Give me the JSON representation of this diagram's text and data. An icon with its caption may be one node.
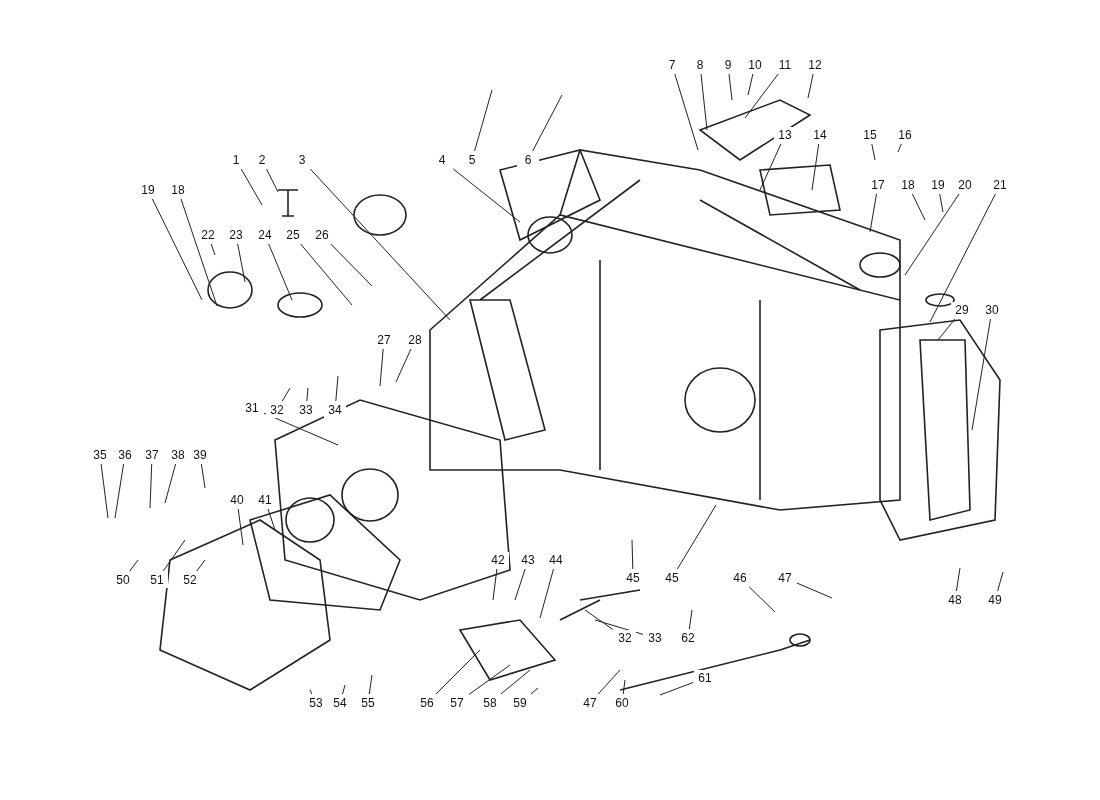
{
  "diagram": {
    "nodes": [
      {
        "text": [
          "7"
        ]
      },
      {
        "text": [
          "8"
        ]
      },
      {
        "text": [
          "9"
        ]
      },
      {
        "text": [
          "10"
        ]
      },
      {
        "text": [
          "11"
        ]
      },
      {
        "text": [
          "12"
        ]
      },
      {
        "text": [
          "13"
        ]
      },
      {
        "text": [
          "14"
        ]
      },
      {
        "text": [
          "15"
        ]
      },
      {
        "text": [
          "16"
        ]
      },
      {
        "text": [
          "1"
        ]
      },
      {
        "text": [
          "2"
        ]
      },
      {
        "text": [
          "3"
        ]
      },
      {
        "text": [
          "4"
        ]
      },
      {
        "text": [
          "5"
        ]
      },
      {
        "text": [
          "6"
        ]
      },
      {
        "text": [
          "17"
        ]
      },
      {
        "text": [
          "18"
        ]
      },
      {
        "text": [
          "19"
        ]
      },
      {
        "text": [
          "20"
        ]
      },
      {
        "text": [
          "21"
        ]
      },
      {
        "text": [
          "19"
        ]
      },
      {
        "text": [
          "18"
        ]
      },
      {
        "text": [
          "22"
        ]
      },
      {
        "text": [
          "23"
        ]
      },
      {
        "text": [
          "24"
        ]
      },
      {
        "text": [
          "25"
        ]
      },
      {
        "text": [
          "26"
        ]
      },
      {
        "text": [
          "29"
        ]
      },
      {
        "text": [
          "30"
        ]
      },
      {
        "text": [
          "27"
        ]
      },
      {
        "text": [
          "28"
        ]
      },
      {
        "text": [
          "31"
        ]
      },
      {
        "text": [
          "32"
        ]
      },
      {
        "text": [
          "33"
        ]
      },
      {
        "text": [
          "34"
        ]
      },
      {
        "text": [
          "35"
        ]
      },
      {
        "text": [
          "36"
        ]
      },
      {
        "text": [
          "37"
        ]
      },
      {
        "text": [
          "38"
        ]
      },
      {
        "text": [
          "39"
        ]
      },
      {
        "text": [
          "40"
        ]
      },
      {
        "text": [
          "41"
        ]
      },
      {
        "text": [
          "42"
        ]
      },
      {
        "text": [
          "43"
        ]
      },
      {
        "text": [
          "44"
        ]
      },
      {
        "text": [
          "45"
        ]
      },
      {
        "text": [
          "45"
        ]
      },
      {
        "text": [
          "46"
        ]
      },
      {
        "text": [
          "47"
        ]
      },
      {
        "text": [
          "50"
        ]
      },
      {
        "text": [
          "51"
        ]
      },
      {
        "text": [
          "52"
        ]
      },
      {
        "text": [
          "48"
        ]
      },
      {
        "text": [
          "49"
        ]
      },
      {
        "text": [
          "32"
        ]
      },
      {
        "text": [
          "33"
        ]
      },
      {
        "text": [
          "62"
        ]
      },
      {
        "text": [
          "61"
        ]
      },
      {
        "text": [
          "53"
        ]
      },
      {
        "text": [
          "54"
        ]
      },
      {
        "text": [
          "55"
        ]
      },
      {
        "text": [
          "56"
        ]
      },
      {
        "text": [
          "57"
        ]
      },
      {
        "text": [
          "58"
        ]
      },
      {
        "text": [
          "59"
        ]
      },
      {
        "text": [
          "47"
        ]
      },
      {
        "text": [
          "60"
        ]
      }
    ],
    "edges": [
      {
        "from": 0,
        "to": null,
        "arrow": "none"
      },
      {
        "from": 1,
        "to": null,
        "arrow": "none"
      },
      {
        "from": 2,
        "to": null,
        "arrow": "none"
      },
      {
        "from": 3,
        "to": null,
        "arrow": "none"
      },
      {
        "from": 4,
        "to": null,
        "arrow": "none"
      },
      {
        "from": 5,
        "to": null,
        "arrow": "none"
      },
      {
        "from": 6,
        "to": null,
        "arrow": "none"
      },
      {
        "from": 7,
        "to": null,
        "arrow": "none"
      },
      {
        "from": 8,
        "to": null,
        "arrow": "none"
      },
      {
        "from": 9,
        "to": null,
        "arrow": "none"
      },
      {
        "from": 10,
        "to": null,
        "arrow": "none"
      },
      {
        "from": 11,
        "to": null,
        "arrow": "none"
      },
      {
        "from": 12,
        "to": null,
        "arrow": "none"
      },
      {
        "from": 13,
        "to": null,
        "arrow": "none"
      },
      {
        "from": 14,
        "to": null,
        "arrow": "none"
      },
      {
        "from": 15,
        "to": null,
        "arrow": "none"
      },
      {
        "from": 16,
        "to": null,
        "arrow": "none"
      },
      {
        "from": 17,
        "to": null,
        "arrow": "none"
      },
      {
        "from": 18,
        "to": null,
        "arrow": "none"
      },
      {
        "from": 19,
        "to": null,
        "arrow": "none"
      },
      {
        "from": 20,
        "to": null,
        "arrow": "none"
      },
      {
        "from": 21,
        "to": null,
        "arrow": "none"
      },
      {
        "from": 22,
        "to": null,
        "arrow": "none"
      },
      {
        "from": 23,
        "to": null,
        "arrow": "none"
      },
      {
        "from": 24,
        "to": null,
        "arrow": "none"
      },
      {
        "from": 25,
        "to": null,
        "arrow": "none"
      },
      {
        "from": 26,
        "to": null,
        "arrow": "none"
      },
      {
        "from": 27,
        "to": null,
        "arrow": "none"
      },
      {
        "from": 28,
        "to": null,
        "arrow": "none"
      },
      {
        "from": 29,
        "to": null,
        "arrow": "none"
      },
      {
        "from": 30,
        "to": null,
        "arrow": "none"
      },
      {
        "from": 31,
        "to": null,
        "arrow": "none"
      },
      {
        "from": 32,
        "to": null,
        "arrow": "none"
      },
      {
        "from": 33,
        "to": null,
        "arrow": "none"
      },
      {
        "from": 34,
        "to": null,
        "arrow": "none"
      },
      {
        "from": 35,
        "to": null,
        "arrow": "none"
      },
      {
        "from": 36,
        "to": null,
        "arrow": "none"
      },
      {
        "from": 37,
        "to": null,
        "arrow": "none"
      },
      {
        "from": 38,
        "to": null,
        "arrow": "none"
      },
      {
        "from": 39,
        "to": null,
        "arrow": "none"
      },
      {
        "from": 40,
        "to": null,
        "arrow": "none"
      },
      {
        "from": 41,
        "to": null,
        "arrow": "none"
      },
      {
        "from": 42,
        "to": null,
        "arrow": "none"
      },
      {
        "from": 43,
        "to": null,
        "arrow": "none"
      },
      {
        "from": 44,
        "to": null,
        "arrow": "none"
      },
      {
        "from": 45,
        "to": null,
        "arrow": "none"
      },
      {
        "from": 46,
        "to": null,
        "arrow": "none"
      },
      {
        "from": 47,
        "to": null,
        "arrow": "none"
      },
      {
        "from": 48,
        "to": null,
        "arrow": "none"
      },
      {
        "from": 49,
        "to": null,
        "arrow": "none"
      },
      {
        "from": 50,
        "to": null,
        "arrow": "none"
      },
      {
        "from": 51,
        "to": null,
        "arrow": "none"
      },
      {
        "from": 52,
        "to": null,
        "arrow": "none"
      },
      {
        "from": 53,
        "to": null,
        "arrow": "none"
      },
      {
        "from": 54,
        "to": null,
        "arrow": "none"
      },
      {
        "from": 55,
        "to": null,
        "arrow": "none"
      },
      {
        "from": 56,
        "to": null,
        "arrow": "none"
      },
      {
        "from": 57,
        "to": null,
        "arrow": "none"
      },
      {
        "from": 58,
        "to": null,
        "arrow": "none"
      },
      {
        "from": 59,
        "to": null,
        "arrow": "none"
      },
      {
        "from": 60,
        "to": null,
        "arrow": "none"
      },
      {
        "from": 61,
        "to": null,
        "arrow": "none"
      },
      {
        "from": 62,
        "to": null,
        "arrow": "none"
      },
      {
        "from": 63,
        "to": null,
        "arrow": "none"
      },
      {
        "from": 64,
        "to": null,
        "arrow": "none"
      },
      {
        "from": 65,
        "to": null,
        "arrow": "none"
      },
      {
        "from": 66,
        "to": null,
        "arrow": "none"
      },
      {
        "from": 67,
        "to": null,
        "arrow": "none"
      }
    ]
  }
}
